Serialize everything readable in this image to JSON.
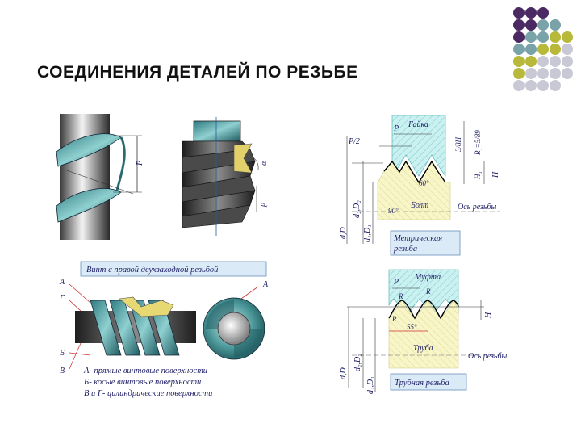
{
  "slide": {
    "title": "СОЕДИНЕНИЯ ДЕТАЛЕЙ ПО РЕЗЬБЕ"
  },
  "decor": {
    "dot_colors": [
      "#4b2a63",
      "#79a3a8",
      "#b8b83a",
      "#c9c9d6"
    ]
  },
  "thread_figures": {
    "helix_labels": {
      "pitch_label": "P"
    },
    "profile_labels": {
      "angle_label": "α",
      "pitch_label": "p"
    },
    "screw_caption": "Винт с правой двухзаходной резьбой",
    "surface_letters": {
      "a_left": "А",
      "g": "Г",
      "a_right": "А",
      "b": "Б",
      "v": "В"
    },
    "legend": [
      "А- прямые винтовые поверхности",
      "Б- косые винтовые поверхности",
      "В и Г- цилиндрические поверхности"
    ]
  },
  "metric_thread": {
    "nut_label": "Гайка",
    "bolt_label": "Болт",
    "axis_label": "Ось резьбы",
    "caption_line1": "Метрическая",
    "caption_line2": "резьба",
    "labels": {
      "p": "P",
      "p_half": "P/2",
      "h38": "3/8H",
      "r1": "R₁=5/89",
      "h1": "H₁",
      "h": "H",
      "angle60": "60°",
      "angle90": "90°",
      "dD": "d,D",
      "d2D2": "d₂,D₂",
      "d1D1": "d₁,D₁"
    }
  },
  "pipe_thread": {
    "coupling_label": "Муфта",
    "pipe_label": "Труба",
    "axis_label": "Ось резьбы",
    "caption": "Трубная резьба",
    "labels": {
      "p": "P",
      "r_top": "R",
      "r_mid": "R",
      "r_bot": "R",
      "angle55": "55°",
      "h": "H",
      "dD": "d,D",
      "d2D2": "d₂,D₂",
      "d1D1": "d₁,D₁"
    }
  }
}
